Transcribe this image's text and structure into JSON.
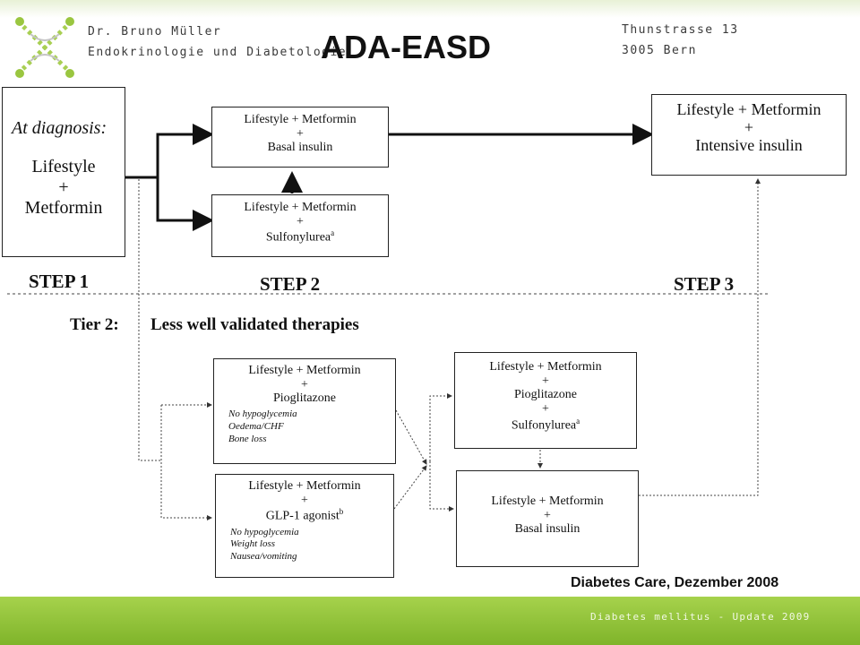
{
  "header": {
    "doctor_name": "Dr. Bruno Müller",
    "specialty": "Endokrinologie und Diabetologie",
    "street": "Thunstrasse 13",
    "city": "3005 Bern",
    "title": "ADA-EASD"
  },
  "tier1": {
    "diagnosis": {
      "heading": "At diagnosis:",
      "line1": "Lifestyle",
      "plus": "+",
      "line2": "Metformin"
    },
    "step2_basal": {
      "line1": "Lifestyle + Metformin",
      "plus": "+",
      "line2": "Basal insulin"
    },
    "step2_sulfonylurea": {
      "line1": "Lifestyle + Metformin",
      "plus": "+",
      "line2": "Sulfonylurea",
      "sup": "a"
    },
    "step3_intensive": {
      "line1": "Lifestyle + Metformin",
      "plus": "+",
      "line2": "Intensive insulin"
    }
  },
  "steps": [
    "STEP 1",
    "STEP 2",
    "STEP 3"
  ],
  "tier2": {
    "label": "Tier 2:",
    "title": "Less well validated therapies",
    "pioglitazone": {
      "line1": "Lifestyle + Metformin",
      "plus": "+",
      "line2": "Pioglitazone",
      "notes": [
        "No hypoglycemia",
        "Oedema/CHF",
        "Bone loss"
      ]
    },
    "glp1": {
      "line1": "Lifestyle + Metformin",
      "plus": "+",
      "line2": "GLP-1 agonist",
      "sup": "b",
      "notes": [
        "No hypoglycemia",
        "Weight loss",
        "Nausea/vomiting"
      ]
    },
    "pio_sulfonylurea": {
      "line1": "Lifestyle + Metformin",
      "plus1": "+",
      "line2": "Pioglitazone",
      "plus2": "+",
      "line3": "Sulfonylurea",
      "sup": "a"
    },
    "basal": {
      "line1": "Lifestyle + Metformin",
      "plus": "+",
      "line2": "Basal insulin"
    }
  },
  "citation": "Diabetes Care, Dezember 2008",
  "footer": "Diabetes mellitus - Update 2009"
}
